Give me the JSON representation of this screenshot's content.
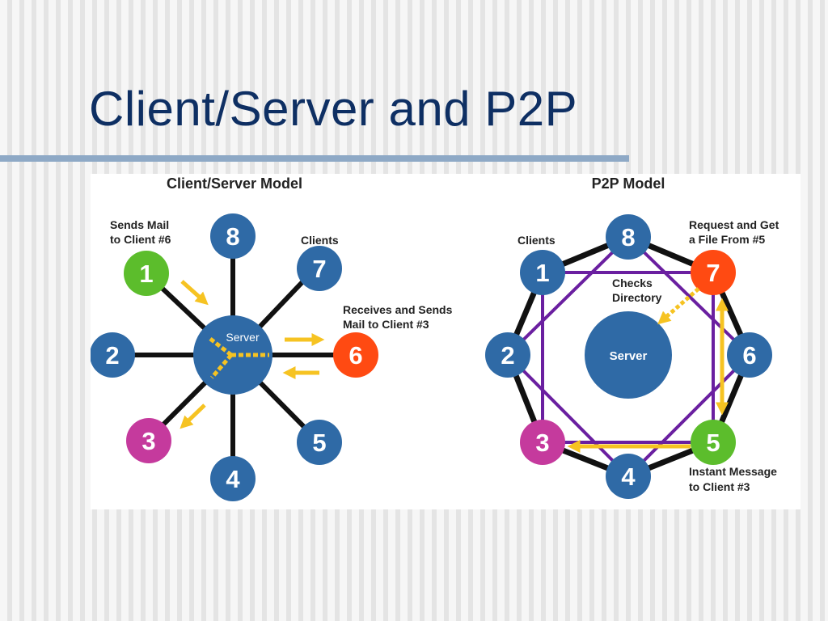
{
  "slide": {
    "title": "Client/Server and P2P"
  },
  "client_server": {
    "title": "Client/Server Model",
    "server_label": "Server",
    "nodes": [
      "1",
      "2",
      "3",
      "4",
      "5",
      "6",
      "7",
      "8"
    ],
    "note_sends": [
      "Sends Mail",
      "to Client #6"
    ],
    "note_clients": "Clients",
    "note_receives": [
      "Receives and Sends",
      "Mail to Client #3"
    ]
  },
  "p2p": {
    "title": "P2P Model",
    "server_label": "Server",
    "nodes": [
      "1",
      "2",
      "3",
      "4",
      "5",
      "6",
      "7",
      "8"
    ],
    "note_clients": "Clients",
    "note_request": [
      "Request and Get",
      "a File From #5"
    ],
    "note_checks": [
      "Checks",
      "Directory"
    ],
    "note_instant": [
      "Instant Message",
      "to Client #3"
    ]
  },
  "colors": {
    "title": "#0e2f63",
    "node_blue": "#2f6aa6",
    "node_green": "#5cbd2c",
    "node_red": "#ff4a12",
    "node_magenta": "#c53a9d",
    "arrow_yellow": "#f6c322",
    "p2p_purple": "#6a1fa0",
    "link_black": "#111111"
  }
}
